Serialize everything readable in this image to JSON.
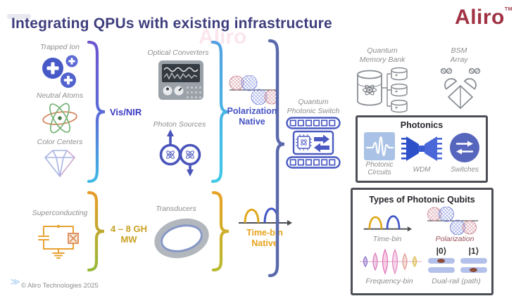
{
  "header": {
    "title": "Integrating QPUs with existing infrastructure",
    "logo": "Aliro",
    "logo_tm": "TM"
  },
  "watermark": {
    "text": "Aliro"
  },
  "left_column": {
    "trapped_ion": "Trapped Ion",
    "neutral_atoms": "Neutral Atoms",
    "color_centers": "Color Centers",
    "band": "Vis/NIR"
  },
  "bottom_left": {
    "superconducting": "Superconducting",
    "band_line1": "4 – 8 GH",
    "band_line2": "MW"
  },
  "middle_column": {
    "optical_converters": "Optical Converters",
    "photon_sources": "Photon Sources",
    "native_line1": "Polarization",
    "native_line2": "Native"
  },
  "bottom_middle": {
    "transducers": "Transducers",
    "native_line1": "Time-bin",
    "native_line2": "Native"
  },
  "photonic_switch": {
    "label_line1": "Quantum",
    "label_line2": "Photonic Switch"
  },
  "memory_bank": {
    "label_line1": "Quantum",
    "label_line2": "Memory Bank"
  },
  "bsm_array": {
    "label_line1": "BSM",
    "label_line2": "Array"
  },
  "photonics_box": {
    "title": "Photonics",
    "items": [
      {
        "label": "Photonic Circuits",
        "icon": "photonic-circuits-icon"
      },
      {
        "label": "WDM",
        "icon": "wdm-icon"
      },
      {
        "label": "Switches",
        "icon": "switches-icon"
      }
    ]
  },
  "qubits_box": {
    "title": "Types of Photonic Qubits",
    "time_bin": "Time-bin",
    "polarization": "Polarization",
    "frequency_bin": "Frequency-bin",
    "dual_rail": "Dual-rail (path)",
    "ket0": "|0⟩",
    "ket1": "|1⟩"
  },
  "footer": {
    "copyright": "© Aliro Technologies 2025"
  },
  "colors": {
    "title": "#3e3e7e",
    "logo": "#a03243",
    "vis_nir": "#3a3ac6",
    "polarization_native": "#4452c4",
    "time_bin_native": "#e8a21c",
    "microwave_band": "#c9a123",
    "label_gray": "#8e8e8e",
    "icon_blue": "#4a5ac2",
    "box_border": "#4d4f57"
  }
}
